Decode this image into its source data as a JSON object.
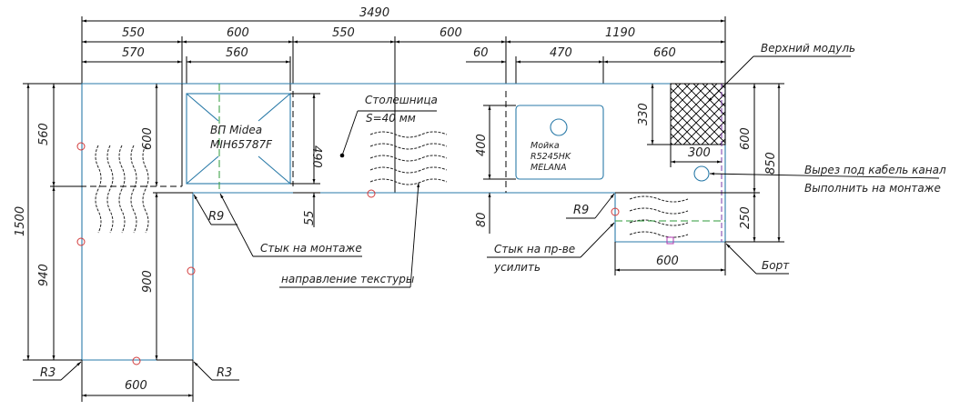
{
  "drawing": {
    "dims_top": {
      "overall": "3490",
      "row1": [
        "550",
        "600",
        "550",
        "600",
        "1190"
      ],
      "row2": [
        "570",
        "560",
        "60",
        "470",
        "660"
      ]
    },
    "dims_left": {
      "total": "1500",
      "upper": "560",
      "lower": "940",
      "inner_upper": "600",
      "inner_lower": "900"
    },
    "dims_bottom": {
      "leg_width": "600",
      "corner_radius_left": "R3",
      "corner_radius_right": "R3"
    },
    "dims_middle": {
      "hob_depth": "490",
      "hob_offset": "55",
      "sink_depth": "400",
      "sink_offset": "80",
      "module_depth": "330",
      "module_width": "300",
      "right_600": "600",
      "right_850": "850",
      "right_250": "250",
      "ext_width": "600"
    },
    "labels": {
      "hob_line1": "ВП Midea",
      "hob_line2": "MIH65787F",
      "countertop_line1": "Столешница",
      "countertop_line2": "S=40 мм",
      "sink_line1": "Мойка",
      "sink_line2": "R5245HK",
      "sink_line3": "MELANA",
      "upper_module": "Верхний модуль",
      "cable_cutout_1": "Вырез под кабель канал",
      "cable_cutout_2": "Выполнить на монтаже",
      "joint_onsite": "Стык на монтаже",
      "texture_direction": "направление текстуры",
      "joint_production_1": "Стык на пр-ве",
      "joint_production_2": "усилить",
      "radius_left": "R9",
      "radius_right": "R9",
      "edge": "Борт"
    },
    "colors": {
      "outline": "#2a7aa8",
      "markers": "#d23a3a",
      "joint": "#2e9a3a",
      "edge": "#7a3aa8"
    }
  }
}
